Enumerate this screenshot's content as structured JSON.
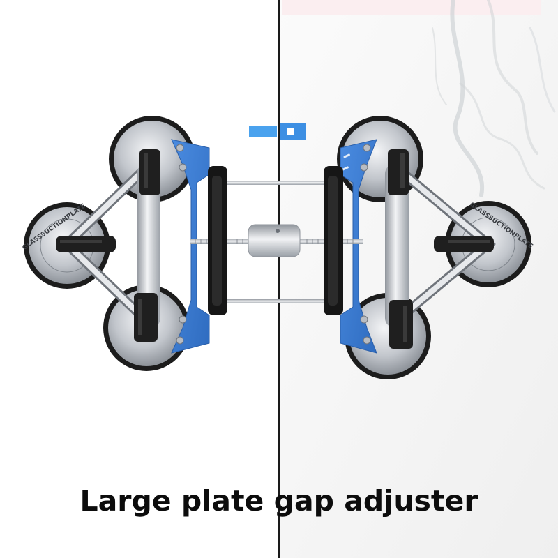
{
  "caption": "Large plate gap adjuster",
  "plate_marking_left": "GLASSSUCTIONPLATE",
  "plate_marking_right": "GLASSSUCTIONPLATE",
  "colors": {
    "background": "#ffffff",
    "frame_blue": "#3f7fd3",
    "steel": "#c9ccd1",
    "rubber": "#1c1c1c",
    "seam": "#1a1a1a",
    "caption": "#0c0c0c"
  }
}
